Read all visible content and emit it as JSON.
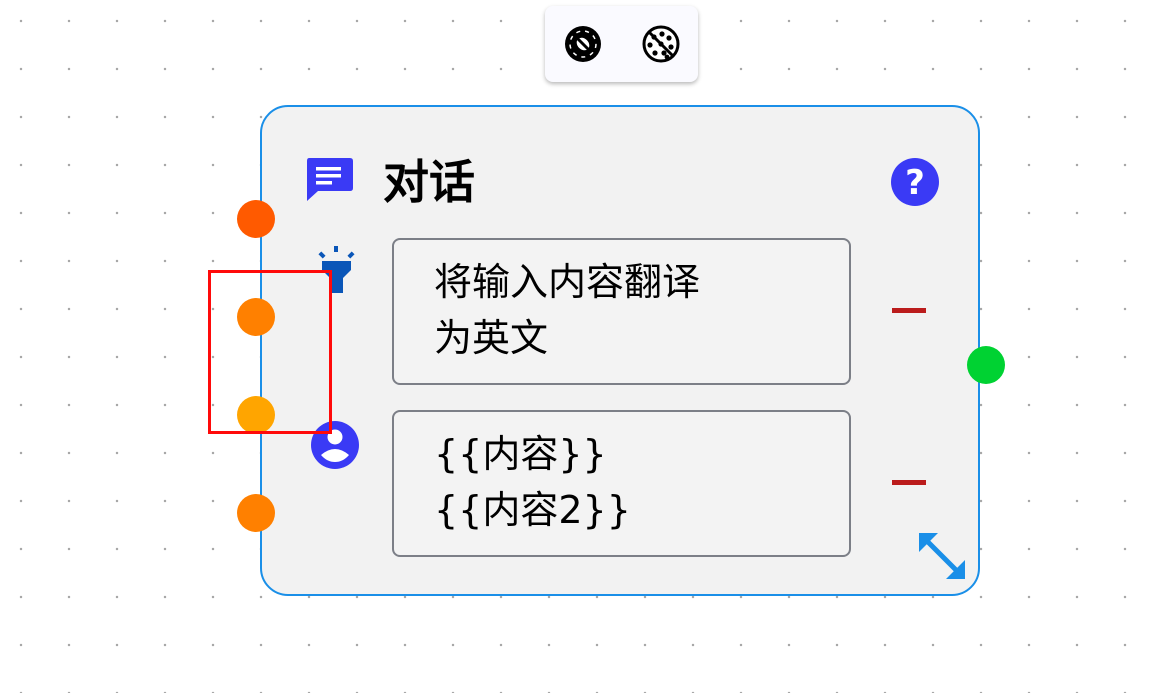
{
  "toolbar": {
    "buttons": [
      {
        "name": "disable-node",
        "icon": "disable-circle-icon"
      },
      {
        "name": "disable-connections",
        "icon": "disable-dots-icon"
      }
    ]
  },
  "node": {
    "title": "对话",
    "icon": "chat-message-icon",
    "help_icon": "help-question-icon",
    "colors": {
      "border": "#1a8fe8",
      "icon_blue": "#3a3af5",
      "remove": "#bb1c1c",
      "output_port": "#00d232"
    },
    "input_ports": [
      {
        "color": "#ff5a00"
      },
      {
        "color": "#ff8000"
      },
      {
        "color": "#ffa500"
      },
      {
        "color": "#ff8000"
      }
    ],
    "output_port": {
      "color": "#00d232"
    },
    "messages": [
      {
        "role": "system",
        "icon": "system-prompt-lamp-icon",
        "text": "将输入内容翻译\n为英文",
        "remove_label": "—"
      },
      {
        "role": "user",
        "icon": "user-avatar-icon",
        "text": "{{内容}}\n{{内容2}}",
        "remove_label": "—"
      }
    ],
    "resize_icon": "resize-diagonal-icon"
  }
}
